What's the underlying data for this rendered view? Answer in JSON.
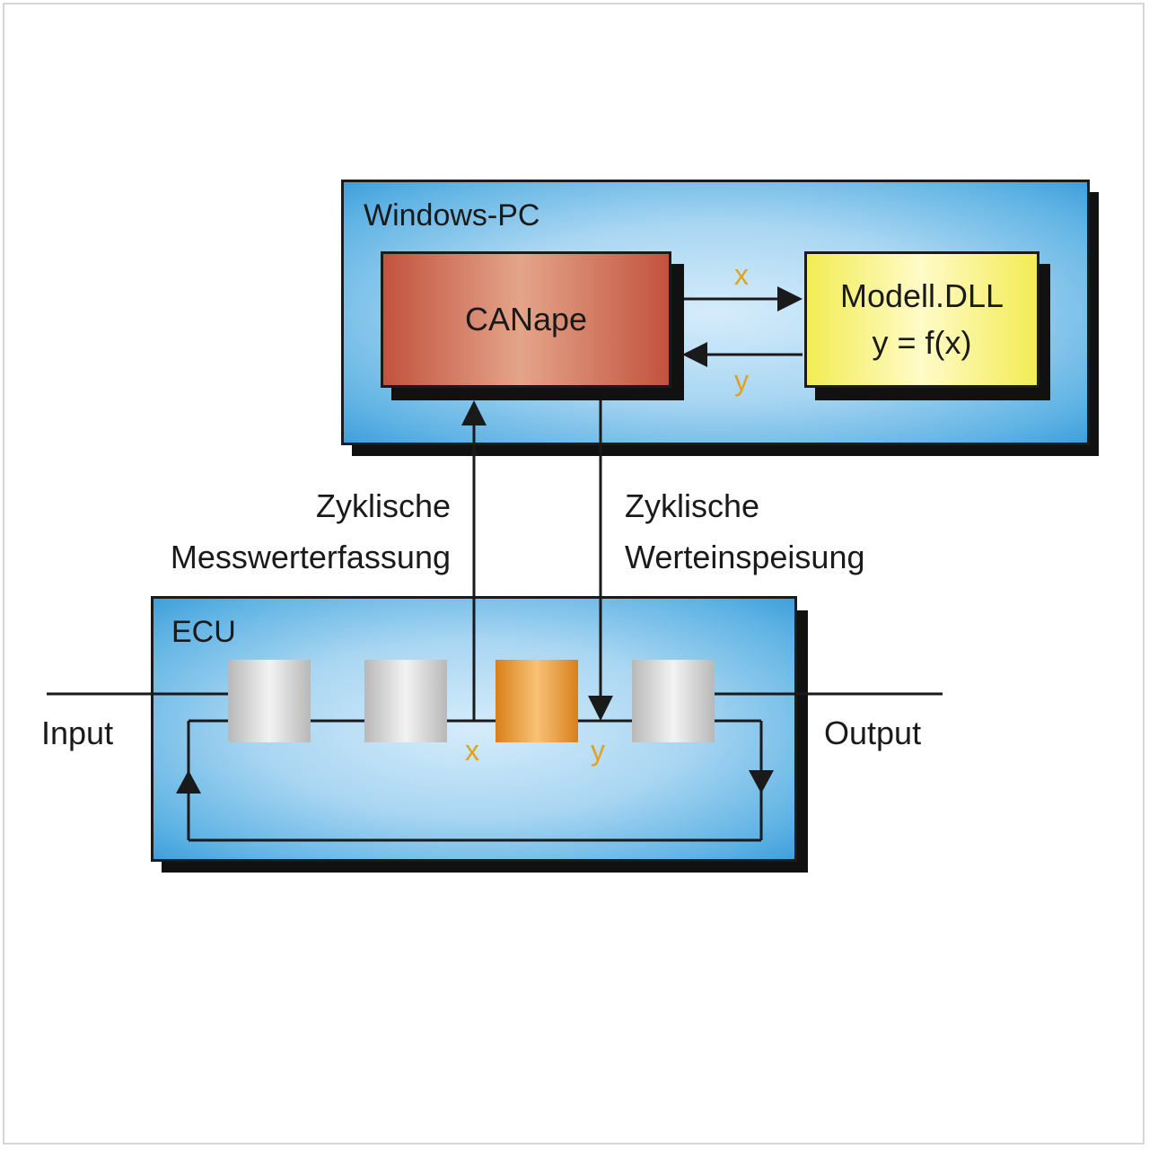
{
  "windows_pc": {
    "title": "Windows-PC",
    "canape_label": "CANape",
    "dll_line1": "Modell.DLL",
    "dll_line2": "y = f(x)",
    "var_x": "x",
    "var_y": "y"
  },
  "links": {
    "left_line1": "Zyklische",
    "left_line2": "Messwerterfassung",
    "right_line1": "Zyklische",
    "right_line2": "Werteinspeisung"
  },
  "ecu": {
    "title": "ECU",
    "input_label": "Input",
    "output_label": "Output",
    "var_x": "x",
    "var_y": "y"
  },
  "colors": {
    "panel_blue": "#5fb3e4",
    "canape_red": "#c2523e",
    "dll_yellow": "#f2ec54",
    "variable_orange": "#e0a020",
    "block_gray": "#d0d0d0",
    "block_orange": "#e89a3a"
  }
}
